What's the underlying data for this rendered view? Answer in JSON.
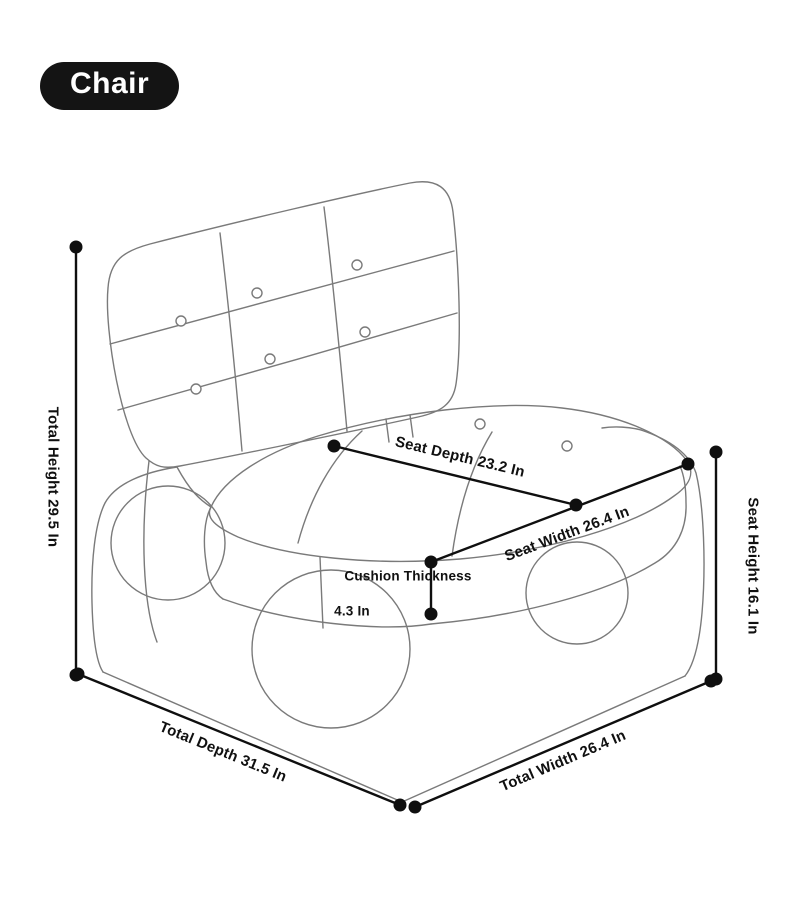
{
  "badge": {
    "label": "Chair"
  },
  "diagram": {
    "labels": {
      "total_height": "Total Height 29.5 In",
      "seat_depth": "Seat Depth 23.2 In",
      "seat_width": "Seat Width 26.4 In",
      "seat_height": "Seat Height 16.1 In",
      "cushion_thickness": "Cushion Thickness",
      "cushion_thickness_value": "4.3 In",
      "total_depth": "Total Depth 31.5 In",
      "total_width": "Total Width 26.4 In"
    },
    "colors": {
      "dimension_ink": "#0f0f0f",
      "art_stroke": "#7a7a7a",
      "badge_bg": "#141414",
      "badge_text": "#ffffff",
      "background": "#ffffff"
    }
  }
}
